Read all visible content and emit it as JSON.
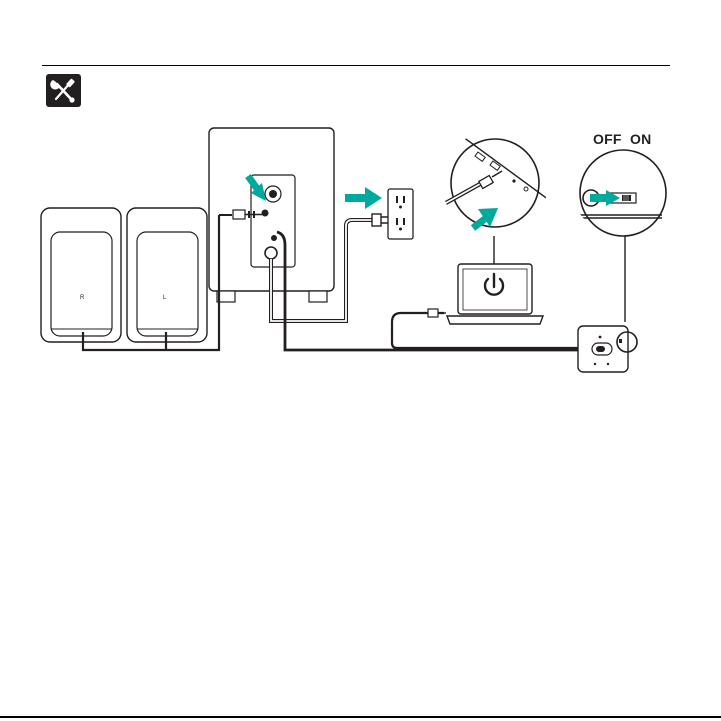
{
  "header": {
    "icon": "wrench-screwdriver-icon"
  },
  "speakers": {
    "right_label": "R",
    "left_label": "L"
  },
  "switch_callout": {
    "off_label": "OFF",
    "on_label": "ON"
  },
  "colors": {
    "accent": "#00a99d",
    "line": "#231f20",
    "cable_gray": "#888888"
  }
}
